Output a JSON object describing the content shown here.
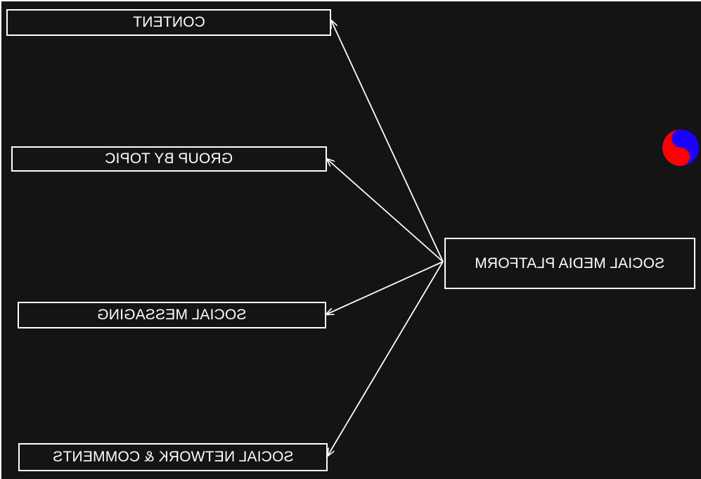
{
  "diagram": {
    "hub": {
      "label": "SOCIAL MEDIA PLATFORM"
    },
    "targets": [
      {
        "id": "content",
        "label": "CONTENT"
      },
      {
        "id": "group",
        "label": "GROUP BY TOPIC"
      },
      {
        "id": "msg",
        "label": "SOCIAL MESSAGING"
      },
      {
        "id": "network",
        "label": "SOCIAL NETWORK & COMMENTS"
      }
    ],
    "edges": [
      {
        "from": "hub",
        "to": "content"
      },
      {
        "from": "hub",
        "to": "group"
      },
      {
        "from": "hub",
        "to": "msg"
      },
      {
        "from": "hub",
        "to": "network"
      }
    ],
    "text_mirrored": true
  },
  "colors": {
    "background": "#141414",
    "stroke": "#ffffff",
    "text": "#ffffff",
    "yin": "#ff0000",
    "yang": "#1a00ff"
  },
  "icons": {
    "corner_symbol": "yin-yang-icon"
  }
}
